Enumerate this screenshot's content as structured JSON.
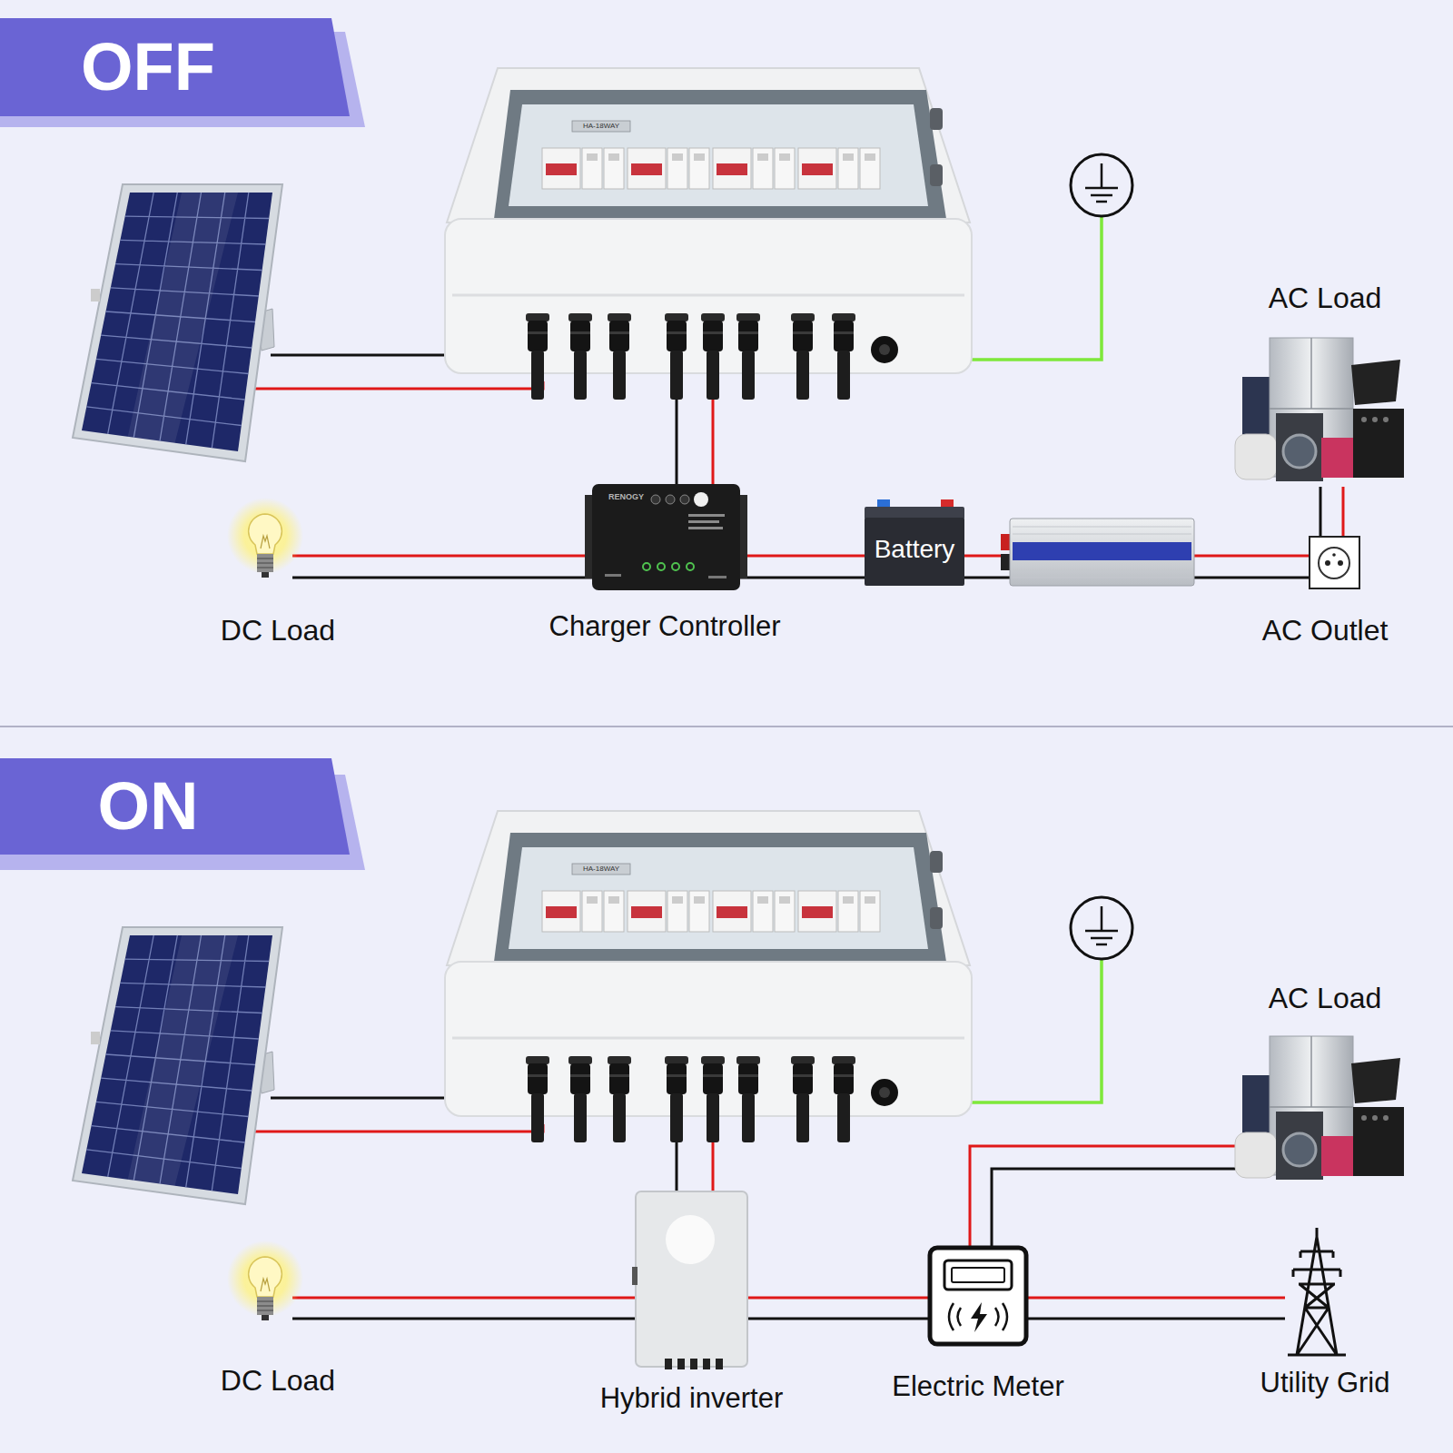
{
  "diagram": {
    "nodes": [
      {
        "text": [
          "OFF"
        ]
      },
      {
        "text": [
          "HA-18WAY"
        ]
      },
      {
        "text": [
          "DC Load"
        ]
      },
      {
        "text": [
          "RENOGY",
          "Charger Controller"
        ]
      },
      {
        "text": [
          "Battery"
        ]
      },
      {
        "text": [
          "AC Load"
        ]
      },
      {
        "text": [
          "AC Outlet"
        ]
      },
      {
        "text": [
          "ON"
        ]
      },
      {
        "text": [
          "HA-18WAY"
        ]
      },
      {
        "text": [
          "AC Load"
        ]
      },
      {
        "text": [
          "DC Load"
        ]
      },
      {
        "text": [
          "Hybrid inverter"
        ]
      },
      {
        "text": [
          "Electric Meter"
        ]
      },
      {
        "text": [
          "Utility Grid"
        ]
      }
    ],
    "edges": [
      {
        "from": 1,
        "to": 3,
        "arrow": "none"
      },
      {
        "from": 2,
        "to": 3,
        "arrow": "none"
      },
      {
        "from": 3,
        "to": 4,
        "arrow": "none"
      },
      {
        "from": 4,
        "to": 6,
        "arrow": "none"
      },
      {
        "from": 6,
        "to": 5,
        "arrow": "none"
      },
      {
        "from": 8,
        "to": 11,
        "arrow": "none"
      },
      {
        "from": 10,
        "to": 11,
        "arrow": "none"
      },
      {
        "from": 11,
        "to": 12,
        "arrow": "none"
      },
      {
        "from": 12,
        "to": 9,
        "arrow": "none"
      },
      {
        "from": 12,
        "to": 13,
        "arrow": "none"
      }
    ]
  }
}
